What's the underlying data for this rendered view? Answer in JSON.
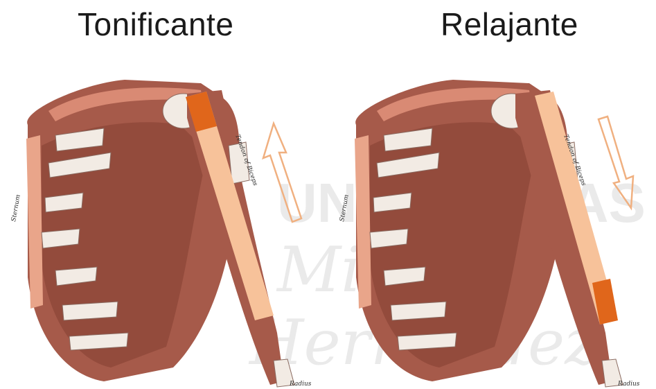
{
  "panels": [
    {
      "title": "Tonificante",
      "arrow": "up"
    },
    {
      "title": "Relajante",
      "arrow": "down"
    }
  ],
  "anatomy_labels": [
    "Sternum",
    "Radius",
    "Tendon of Biceps"
  ],
  "watermark_lines": [
    "UNIVERSITAS",
    "Miguel",
    "Hernández"
  ],
  "colors": {
    "muscle": "#a65a4a",
    "muscle_dark": "#7a3a30",
    "bone": "#f2ebe4",
    "band_light": "#f7c29a",
    "band_dark": "#e0661b",
    "arrow": "#f0b080"
  }
}
